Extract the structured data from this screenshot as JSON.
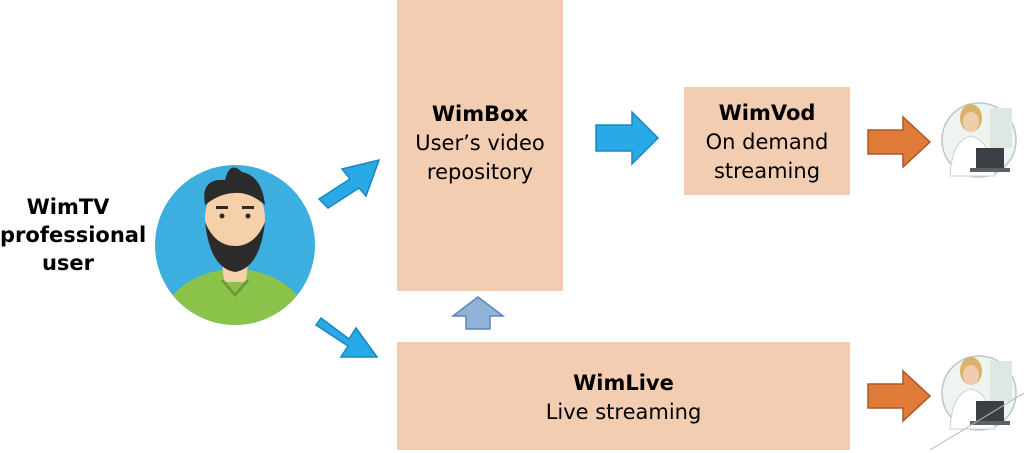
{
  "user": {
    "label_lines": [
      "WimTV",
      "professional",
      "user"
    ]
  },
  "wimbox": {
    "title": "WimBox",
    "lines": [
      "User’s video",
      "repository"
    ]
  },
  "wimvod": {
    "title": "WimVod",
    "lines": [
      "On demand",
      "streaming"
    ]
  },
  "wimlive": {
    "title": "WimLive",
    "lines": [
      "Live streaming"
    ]
  },
  "colors": {
    "box_fill": "#f2cdb2",
    "blue_arrow": "#2aa9e8",
    "orange_arrow": "#e07b3a",
    "up_arrow": "#8fb3d9",
    "avatar_bg": "#3daee0"
  }
}
